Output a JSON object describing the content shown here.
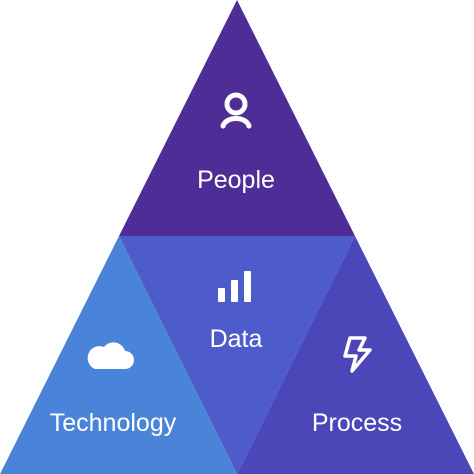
{
  "diagram": {
    "segments": {
      "people": {
        "label": "People",
        "icon": "person-icon",
        "color": "#4f2d96"
      },
      "data": {
        "label": "Data",
        "icon": "bar-chart-icon",
        "color": "#4e5ccb"
      },
      "technology": {
        "label": "Technology",
        "icon": "cloud-icon",
        "color": "#4a84d9"
      },
      "process": {
        "label": "Process",
        "icon": "lightning-bolt-icon",
        "color": "#4c47b8"
      }
    }
  }
}
